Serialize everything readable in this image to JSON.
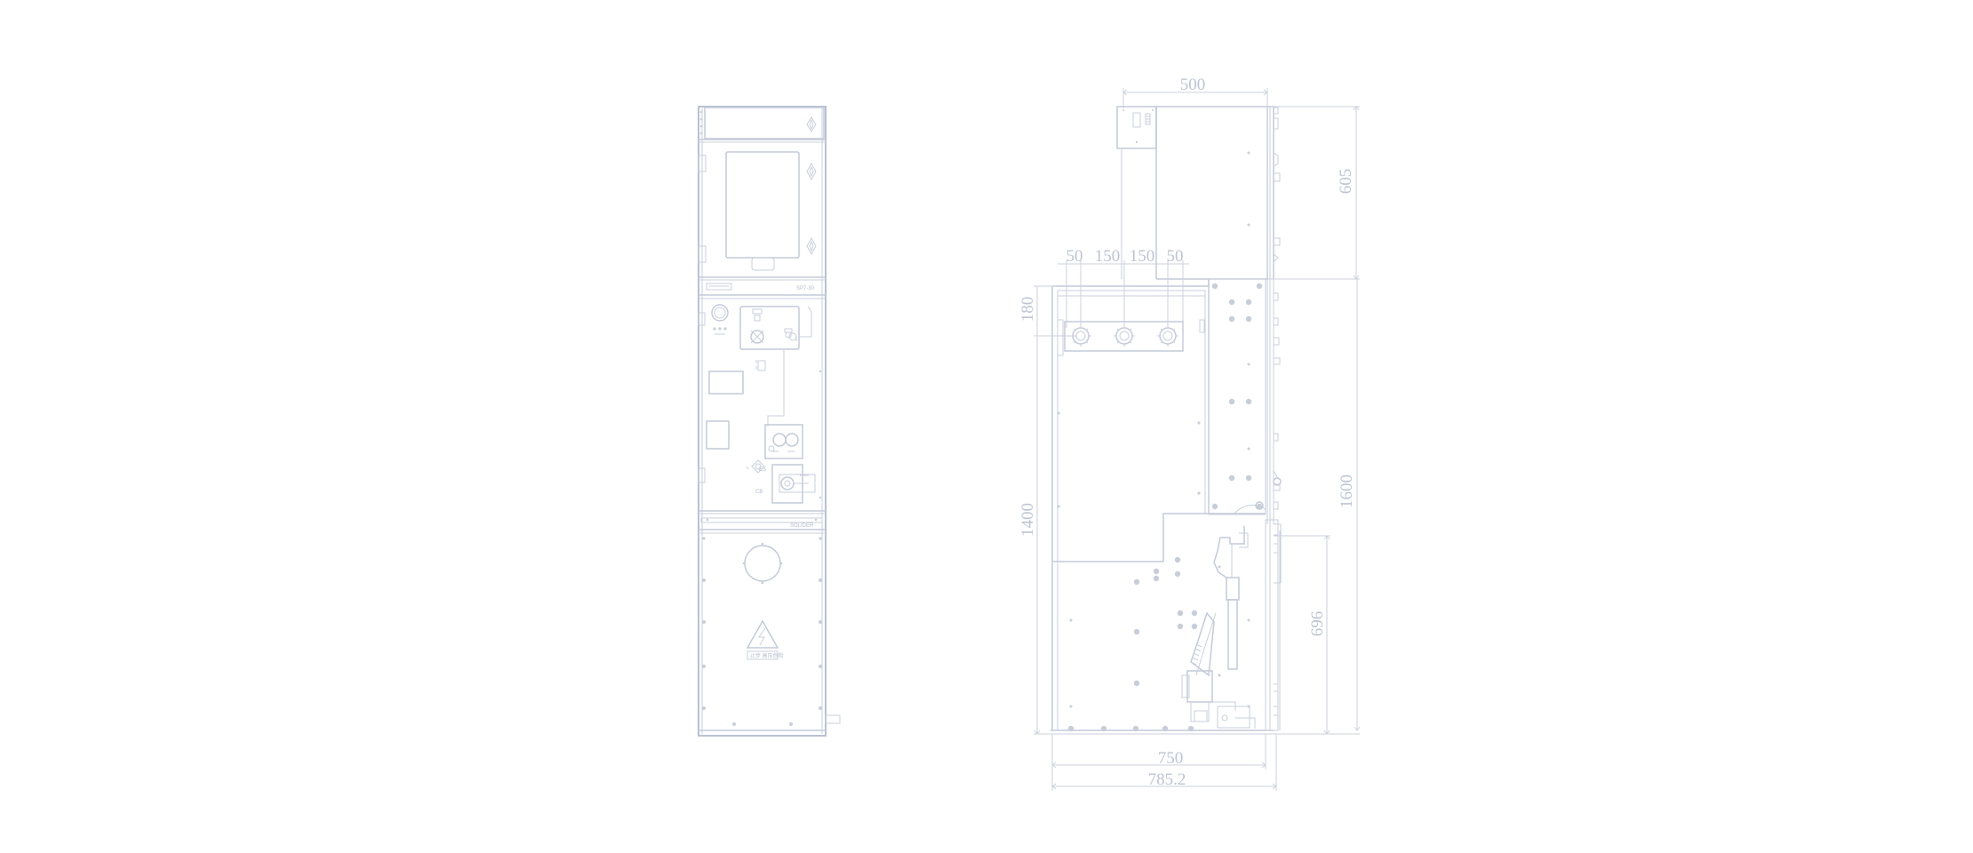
{
  "front_view": {
    "top_panel_label": "SP7-30",
    "bottom_panel_label": "SOLIDER",
    "warning_sign_label": "止步 高压危险"
  },
  "side_view": {
    "dimensions": {
      "top_width": "500",
      "busbar_spacing_1": "50",
      "busbar_spacing_2": "150",
      "busbar_spacing_3": "150",
      "busbar_spacing_4": "50",
      "upper_height": "605",
      "busbar_height": "180",
      "lower_left_height": "1400",
      "total_height": "1600",
      "cable_height": "696",
      "base_depth": "750",
      "overall_depth": "785.2"
    }
  },
  "colors": {
    "line": "#c3cad9",
    "dimension_line": "#ccd2de",
    "dimension_text": "#bcc4d3"
  }
}
